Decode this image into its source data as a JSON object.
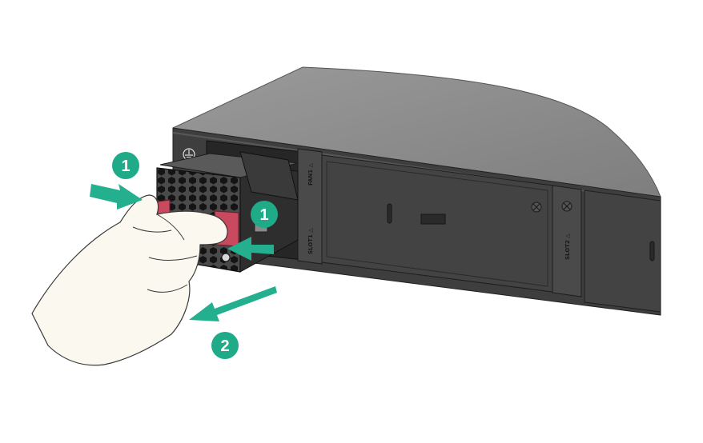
{
  "labels": {
    "fan": "FAN1 △",
    "slot1": "SLOT1 △",
    "slot2": "SLOT2 △"
  },
  "steps": [
    {
      "number": "1"
    },
    {
      "number": "1"
    },
    {
      "number": "2"
    }
  ],
  "colors": {
    "chassis_top": "#8d8d8d",
    "chassis_front": "#3c3c3c",
    "step_badge": "#1faa88",
    "arrow": "#24b08e",
    "latch": "#c94a5e",
    "skin": "#fbf8ef"
  },
  "icons": [
    "ground-icon",
    "screw-icon",
    "fan-grille-icon"
  ]
}
